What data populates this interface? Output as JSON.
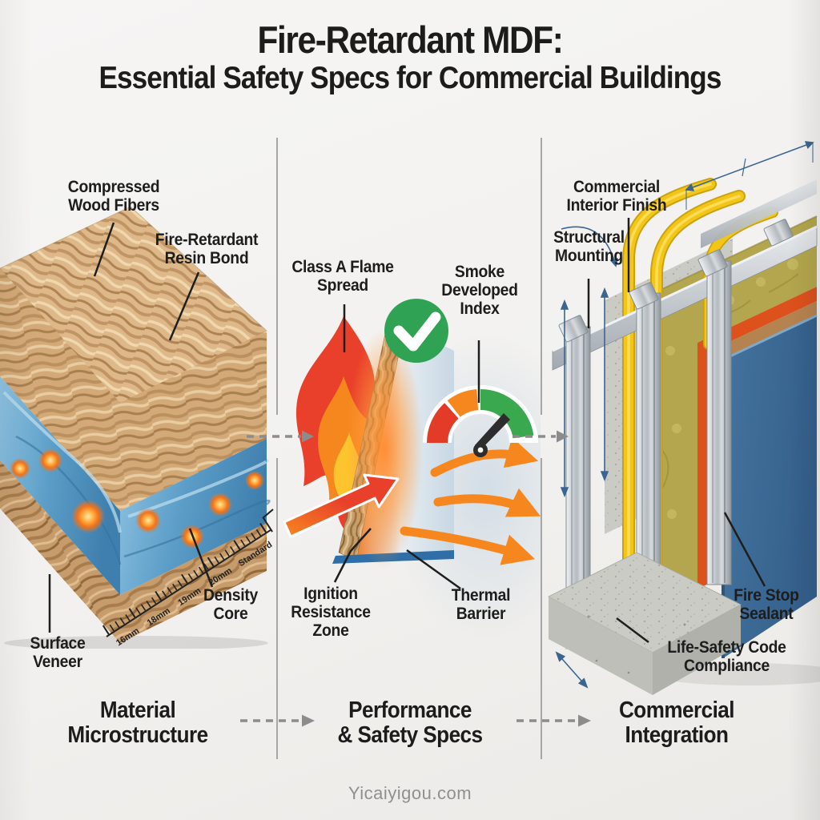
{
  "title": {
    "line1": "Fire-Retardant MDF:",
    "line2": "Essential Safety Specs for Commercial Buildings"
  },
  "watermark": "Yicaiyigou.com",
  "sections": {
    "material": {
      "header_line1": "Material",
      "header_line2": "Microstructure",
      "labels": {
        "compressed_wood_fibers": "Compressed Wood Fibers",
        "fire_retardant_resin_bond": "Fire-Retardant Resin Bond",
        "density_core": "Density Core",
        "surface_veneer": "Surface Veneer"
      },
      "ruler_ticks": [
        "16mm",
        "18mm",
        "19mm",
        "20mm",
        "Standard"
      ]
    },
    "performance": {
      "header_line1": "Performance",
      "header_line2": "& Safety Specs",
      "labels": {
        "class_a_flame_spread": "Class A Flame Spread",
        "smoke_developed_index": "Smoke Developed Index",
        "ignition_resistance_zone": "Ignition Resistance Zone",
        "thermal_barrier": "Thermal Barrier"
      }
    },
    "commercial": {
      "header_line1": "Commercial",
      "header_line2": "Integration",
      "labels": {
        "commercial_interior_finish": "Commercial Interior Finish",
        "structural_mounting": "Structural Mounting",
        "fire_stop_sealant": "Fire Stop Sealant",
        "life_safety_code_compliance": "Life-Safety Code Compliance"
      }
    }
  },
  "colors": {
    "flame_red": "#e8402a",
    "flame_orange": "#f6871f",
    "flame_yellow": "#fdc42e",
    "check_green": "#2fa254",
    "gauge_red": "#e23b28",
    "gauge_orange": "#f6871f",
    "gauge_green": "#39a84e",
    "resin_blue": "#5b9dc7",
    "ember_orange": "#f47218",
    "wood_tan": "#d4a978",
    "panel_blue": "#3c6f9d",
    "sealant_orange": "#dd511d",
    "conduit_yellow": "#f0c01a",
    "metal_silver": "#b9bfc4",
    "dimension_blue": "#3a6591"
  }
}
